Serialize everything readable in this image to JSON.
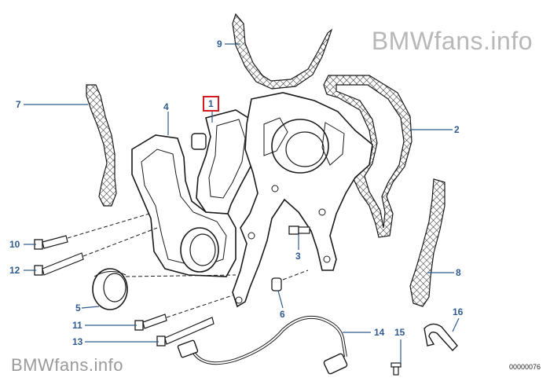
{
  "watermark_top": "BMWfans.info",
  "watermark_bottom": "BMWfans.info",
  "diagram_number": "00000076",
  "colors": {
    "line": "#1a1a1a",
    "callout_text": "#2f5b8f",
    "callout_line": "#2f5b8f",
    "highlight_box": "#d71920",
    "watermark": "#b8b8b8"
  },
  "callouts": [
    {
      "id": "1",
      "label": "1",
      "highlighted": true
    },
    {
      "id": "2",
      "label": "2"
    },
    {
      "id": "3",
      "label": "3"
    },
    {
      "id": "4",
      "label": "4"
    },
    {
      "id": "5",
      "label": "5"
    },
    {
      "id": "6",
      "label": "6"
    },
    {
      "id": "7",
      "label": "7"
    },
    {
      "id": "8",
      "label": "8"
    },
    {
      "id": "9",
      "label": "9"
    },
    {
      "id": "10",
      "label": "10"
    },
    {
      "id": "11",
      "label": "11"
    },
    {
      "id": "12",
      "label": "12"
    },
    {
      "id": "13",
      "label": "13"
    },
    {
      "id": "14",
      "label": "14"
    },
    {
      "id": "15",
      "label": "15"
    },
    {
      "id": "16",
      "label": "16"
    }
  ]
}
